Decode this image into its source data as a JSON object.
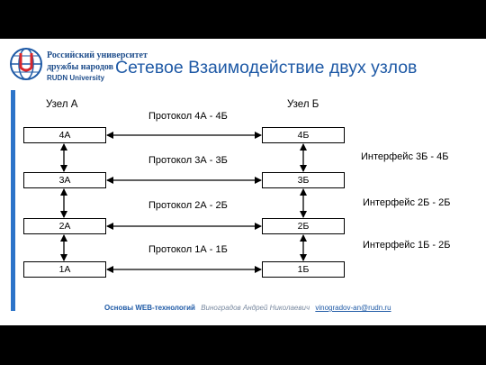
{
  "header": {
    "university_line1": "Российский университет",
    "university_line2": "дружбы народов",
    "university_line3": "RUDN University"
  },
  "slide": {
    "title": "Сетевое Взаимодействие двух узлов"
  },
  "nodes": {
    "a_label": "Узел   А",
    "b_label": "Узел   Б",
    "a_layers": [
      "4А",
      "3А",
      "2А",
      "1А"
    ],
    "b_layers": [
      "4Б",
      "3Б",
      "2Б",
      "1Б"
    ]
  },
  "protocols": [
    "Протокол 4А - 4Б",
    "Протокол 3А - 3Б",
    "Протокол 2А - 2Б",
    "Протокол 1А - 1Б"
  ],
  "interfaces": [
    "Интерфейс 3Б - 4Б",
    "Интерфейс 2Б - 2Б",
    "Интерфейс 1Б - 2Б"
  ],
  "footer": {
    "course": "Основы WEB-технологий",
    "author": "Виноградов Андрей Николаевич",
    "email": "vinogradov-an@rudn.ru"
  },
  "colors": {
    "title": "#1f5aa6",
    "accent_bar": "#2c74c9",
    "background": "#000000"
  }
}
